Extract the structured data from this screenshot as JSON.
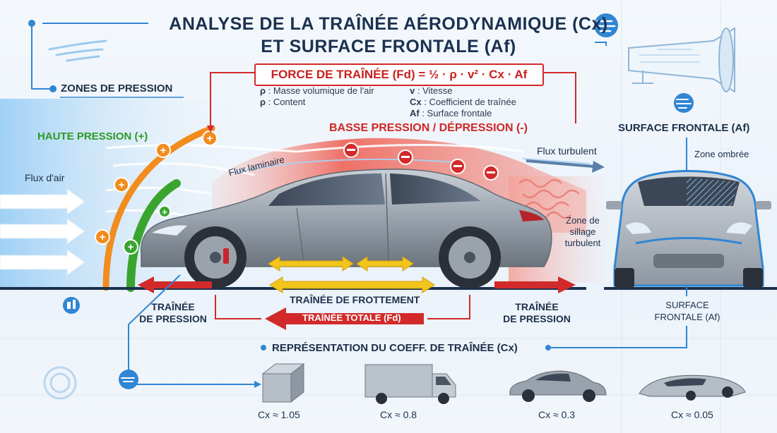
{
  "title": {
    "line1": "ANALYSE DE LA TRAÎNÉE AÉRODYNAMIQUE (Cx)",
    "line2": "ET SURFACE FRONTALE (Af)"
  },
  "formula": "FORCE DE TRAÎNÉE (Fd) = ½ · ρ · v² · Cx · Af",
  "legend": [
    {
      "symbol": "ρ",
      "text": " : Masse volumique de l'air"
    },
    {
      "symbol": "ρ",
      "text": " : Content"
    },
    {
      "symbol": "v",
      "text": " : Vitesse"
    },
    {
      "symbol": "Cx",
      "text": " : Coefficient de traînée"
    },
    {
      "symbol": "Af",
      "text": " : Surface frontale"
    }
  ],
  "labels": {
    "zones": "ZONES DE PRESSION",
    "high": "HAUTE PRESSION (+)",
    "low": "BASSE PRESSION / DÉPRESSION (-)",
    "air": "Flux d'air",
    "laminar": "Flux laminaire",
    "turbulent": "Flux turbulent",
    "wake": [
      "Zone de",
      "sillage",
      "turbulent"
    ],
    "friction": "TRAÎNÉE DE FROTTEMENT",
    "total": "TRAÎNÉE TOTALE (Fd)",
    "press_left": [
      "TRAÎNÉE",
      "DE PRESSION"
    ],
    "press_right": [
      "TRAÎNÉE",
      "DE PRESSION"
    ],
    "frontal_title": "SURFACE FRONTALE (Af)",
    "shaded": "Zone ombrée",
    "frontal_bottom": [
      "SURFACE",
      "FRONTALE (Af)"
    ],
    "coeff_title": "REPRÉSENTATION DU COEFF. DE TRAÎNÉE (Cx)"
  },
  "coefficients": [
    {
      "shape": "cube",
      "label": "Cx ≈ 1.05"
    },
    {
      "shape": "truck",
      "label": "Cx ≈ 0.8"
    },
    {
      "shape": "sedan",
      "label": "Cx ≈ 0.3"
    },
    {
      "shape": "streamliner",
      "label": "Cx ≈ 0.05"
    }
  ],
  "colors": {
    "navy": "#1b3150",
    "red": "#d22a2a",
    "orange": "#f28c1e",
    "green": "#3aa52e",
    "blue": "#2f86d4",
    "yellow": "#f2c51c"
  },
  "icons": [
    "wind-icon",
    "air-flow-icon",
    "wind-tunnel-icon",
    "person-icon",
    "hand-flow-icon",
    "spiral-icon"
  ]
}
